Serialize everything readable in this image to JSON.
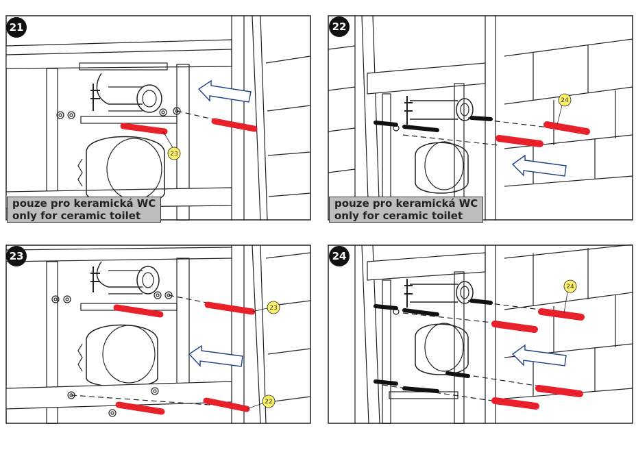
{
  "panels": [
    {
      "step": "21",
      "callouts": [
        "23"
      ]
    },
    {
      "step": "22",
      "callouts": [
        "24"
      ]
    },
    {
      "step": "23",
      "callouts": [
        "23",
        "22"
      ]
    },
    {
      "step": "24",
      "callouts": [
        "24"
      ]
    }
  ],
  "note": {
    "line1": "pouze pro keramická WC",
    "line2": "only for ceramic toilet"
  },
  "colors": {
    "rod": "#e8202a",
    "callout_fill": "#fff36b",
    "arrow_stroke": "#1d3f86",
    "line": "#222222",
    "note_bg": "#bdbdbd"
  },
  "icons": [
    "arrow-left-icon"
  ]
}
